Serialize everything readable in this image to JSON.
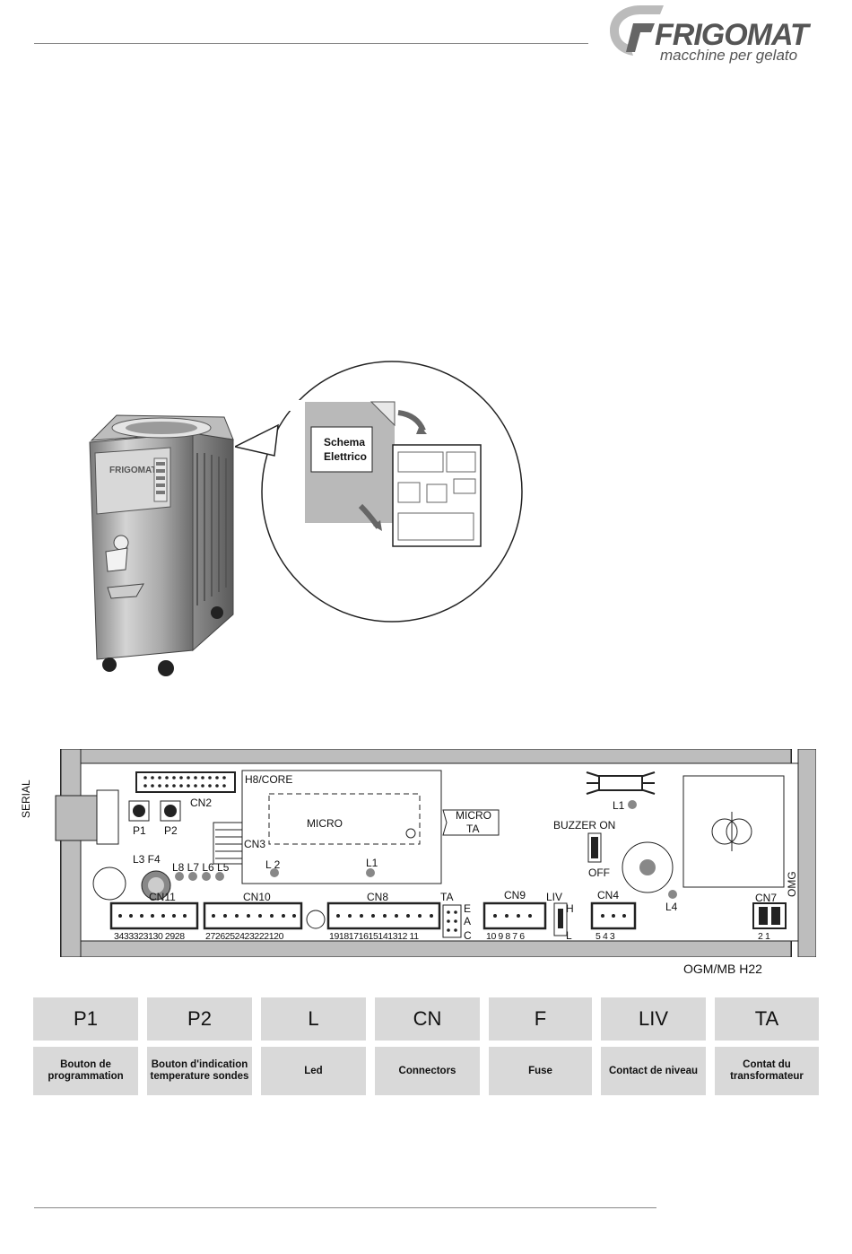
{
  "logo": {
    "brand": "FRIGOMAT",
    "tagline": "macchine per gelato"
  },
  "callout": {
    "line1": "Schema",
    "line2": "Elettrico"
  },
  "board": {
    "serial": "SERIAL",
    "cn2": "CN2",
    "p1": "P1",
    "p2": "P2",
    "h8core": "H8/CORE",
    "micro": "MICRO",
    "micro_ta_1": "MICRO",
    "micro_ta_2": "TA",
    "cn3": "CN3",
    "l2": "L 2",
    "l1_mid": "L1",
    "l1_top": "L1",
    "buzzer_on": "BUZZER ON",
    "off": "OFF",
    "l4": "L4",
    "omg": "OMG",
    "cn7": "CN7",
    "l3f4": "L3 F4",
    "l8l7l6l5": "L8 L7 L6 L5",
    "cn11": "CN11",
    "cn10": "CN10",
    "cn8": "CN8",
    "ta": "TA",
    "cn9": "CN9",
    "liv": "LIV",
    "cn4": "CN4",
    "eac_e": "E",
    "eac_a": "A",
    "eac_c": "C",
    "liv_h": "H",
    "liv_l": "L",
    "pins_cn11": "3433323130 2928",
    "pins_cn10": "2726252423222120",
    "pins_cn8": "1918171615141312 11",
    "pins_cn9": "10 9  8  7  6",
    "pins_cn4": "5  4  3",
    "pins_cn7": "2    1",
    "model": "OGM/MB  H22"
  },
  "legend": [
    {
      "code": "P1",
      "desc": "Bouton de programmation"
    },
    {
      "code": "P2",
      "desc": "Bouton d'indication temperature sondes"
    },
    {
      "code": "L",
      "desc": "Led"
    },
    {
      "code": "CN",
      "desc": "Connectors"
    },
    {
      "code": "F",
      "desc": "Fuse"
    },
    {
      "code": "LIV",
      "desc": "Contact de niveau"
    },
    {
      "code": "TA",
      "desc": "Contat du transformateur"
    }
  ]
}
